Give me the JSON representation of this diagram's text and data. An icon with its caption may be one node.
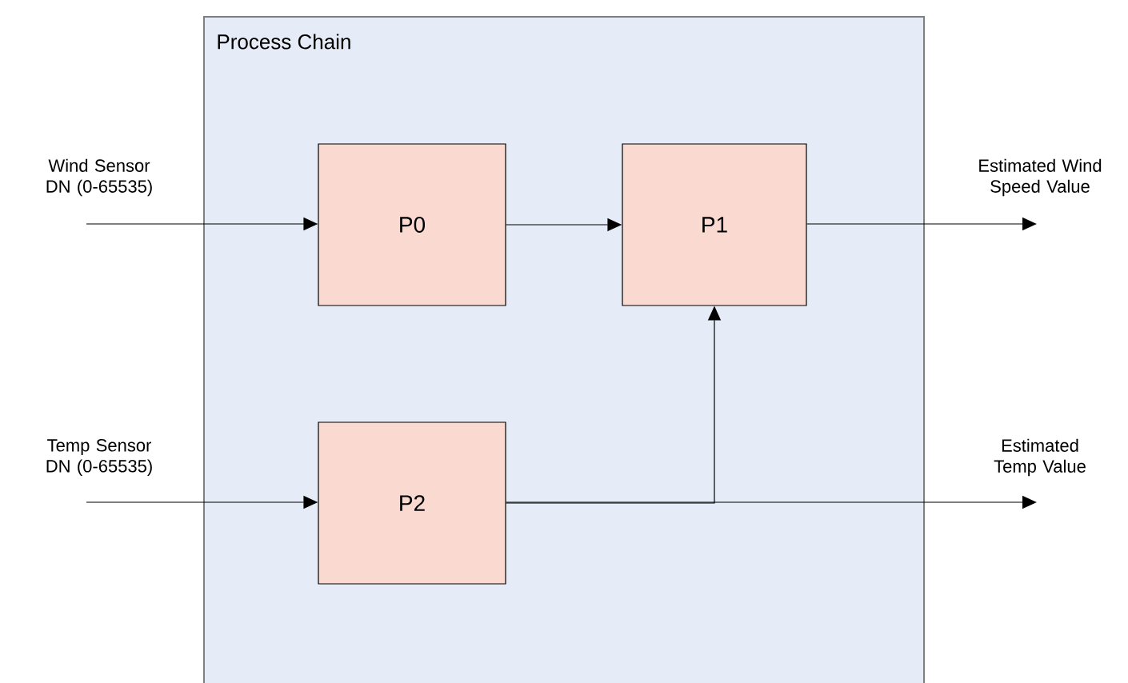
{
  "diagram": {
    "nodes": [
      {
        "text": [
          "Process Chain"
        ]
      },
      {
        "text": [
          "P0"
        ],
        "in": 0
      },
      {
        "text": [
          "P1"
        ],
        "in": 0
      },
      {
        "text": [
          "P2"
        ],
        "in": 0
      }
    ],
    "edges": [
      {
        "from": null,
        "to": 1,
        "arrow": "to",
        "label": "Wind Sensor DN (0-65535)"
      },
      {
        "from": 1,
        "to": 2,
        "arrow": "to"
      },
      {
        "from": 2,
        "to": null,
        "arrow": "to",
        "label": "Estimated Wind Speed Value"
      },
      {
        "from": null,
        "to": 3,
        "arrow": "to",
        "label": "Temp Sensor DN (0-65535)"
      },
      {
        "from": 3,
        "to": null,
        "arrow": "to",
        "label": "Estimated Temp Value"
      },
      {
        "from": 3,
        "to": 2,
        "arrow": "to"
      }
    ]
  }
}
